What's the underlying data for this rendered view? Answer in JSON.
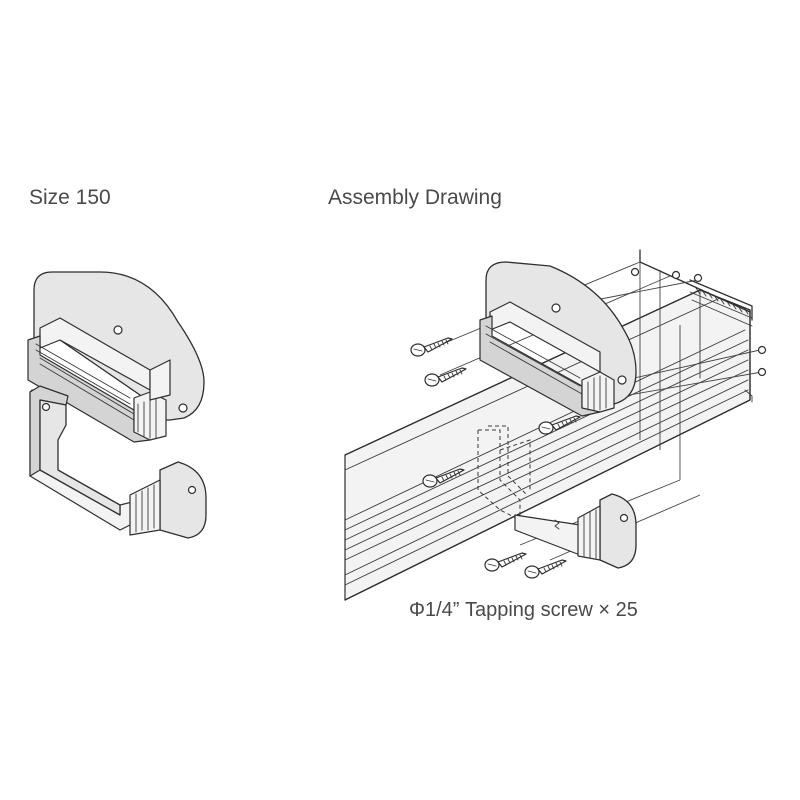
{
  "labels": {
    "size": "Size 150",
    "assembly_title": "Assembly Drawing",
    "screw_note": "Φ1/4” Tapping screw × 25"
  },
  "colors": {
    "text": "#4a4a4a",
    "line": "#2f2f2f",
    "part_fill": "#e6e6e6",
    "background": "#ffffff"
  },
  "icons": {
    "screw": "tapping-screw-icon",
    "upper_clip": "upper-clip-icon",
    "lower_clip": "lower-clip-icon"
  }
}
